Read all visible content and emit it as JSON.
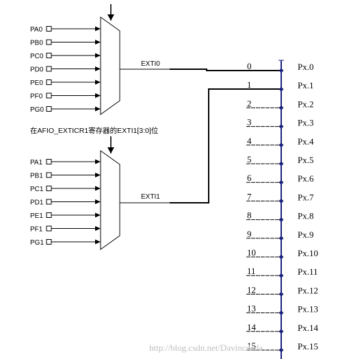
{
  "mux_top": {
    "inputs": [
      "PA0",
      "PB0",
      "PC0",
      "PD0",
      "PE0",
      "PF0",
      "PG0"
    ],
    "output_label": "EXTI0"
  },
  "mux_bottom": {
    "inputs": [
      "PA1",
      "PB1",
      "PC1",
      "PD1",
      "PE1",
      "PF1",
      "PG1"
    ],
    "output_label": "EXTI1"
  },
  "register_caption": "在AFIO_EXTICR1寄存器的EXTI1[3:0]位",
  "lines": [
    {
      "index": "0",
      "pin": "Px.0"
    },
    {
      "index": "1",
      "pin": "Px.1"
    },
    {
      "index": "2",
      "pin": "Px.2"
    },
    {
      "index": "3",
      "pin": "Px.3"
    },
    {
      "index": "4",
      "pin": "Px.4"
    },
    {
      "index": "5",
      "pin": "Px.5"
    },
    {
      "index": "6",
      "pin": "Px.6"
    },
    {
      "index": "7",
      "pin": "Px.7"
    },
    {
      "index": "8",
      "pin": "Px.8"
    },
    {
      "index": "9",
      "pin": "Px.9"
    },
    {
      "index": "10",
      "pin": "Px.10"
    },
    {
      "index": "11",
      "pin": "Px.11"
    },
    {
      "index": "12",
      "pin": "Px.12"
    },
    {
      "index": "13",
      "pin": "Px.13"
    },
    {
      "index": "14",
      "pin": "Px.14"
    },
    {
      "index": "15",
      "pin": "Px.15"
    }
  ],
  "watermark": "http://blog.csdn.net/Davincdada",
  "colors": {
    "line": "#000000",
    "bus": "#1a237e",
    "node": "#1a237e",
    "watermark": "#c8c8c8"
  }
}
